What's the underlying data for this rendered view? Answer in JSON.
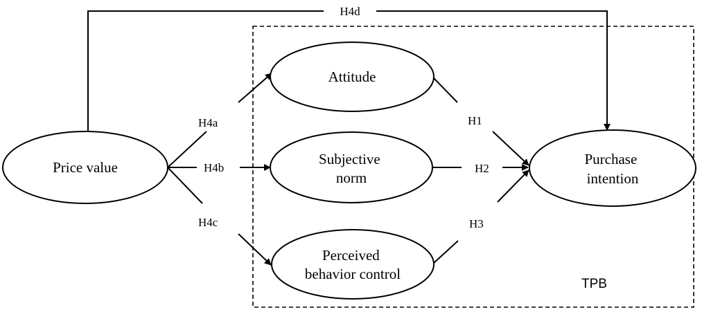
{
  "nodes": {
    "price_value": "Price value",
    "attitude": "Attitude",
    "subjective_norm": [
      "Subjective",
      "norm"
    ],
    "perceived_behavior_control": [
      "Perceived",
      "behavior control"
    ],
    "purchase_intention": [
      "Purchase",
      "intention"
    ]
  },
  "edges": {
    "h4a": "H4a",
    "h4b": "H4b",
    "h4c": "H4c",
    "h4d": "H4d",
    "h1": "H1",
    "h2": "H2",
    "h3": "H3"
  },
  "groups": {
    "tpb": "TPB"
  }
}
